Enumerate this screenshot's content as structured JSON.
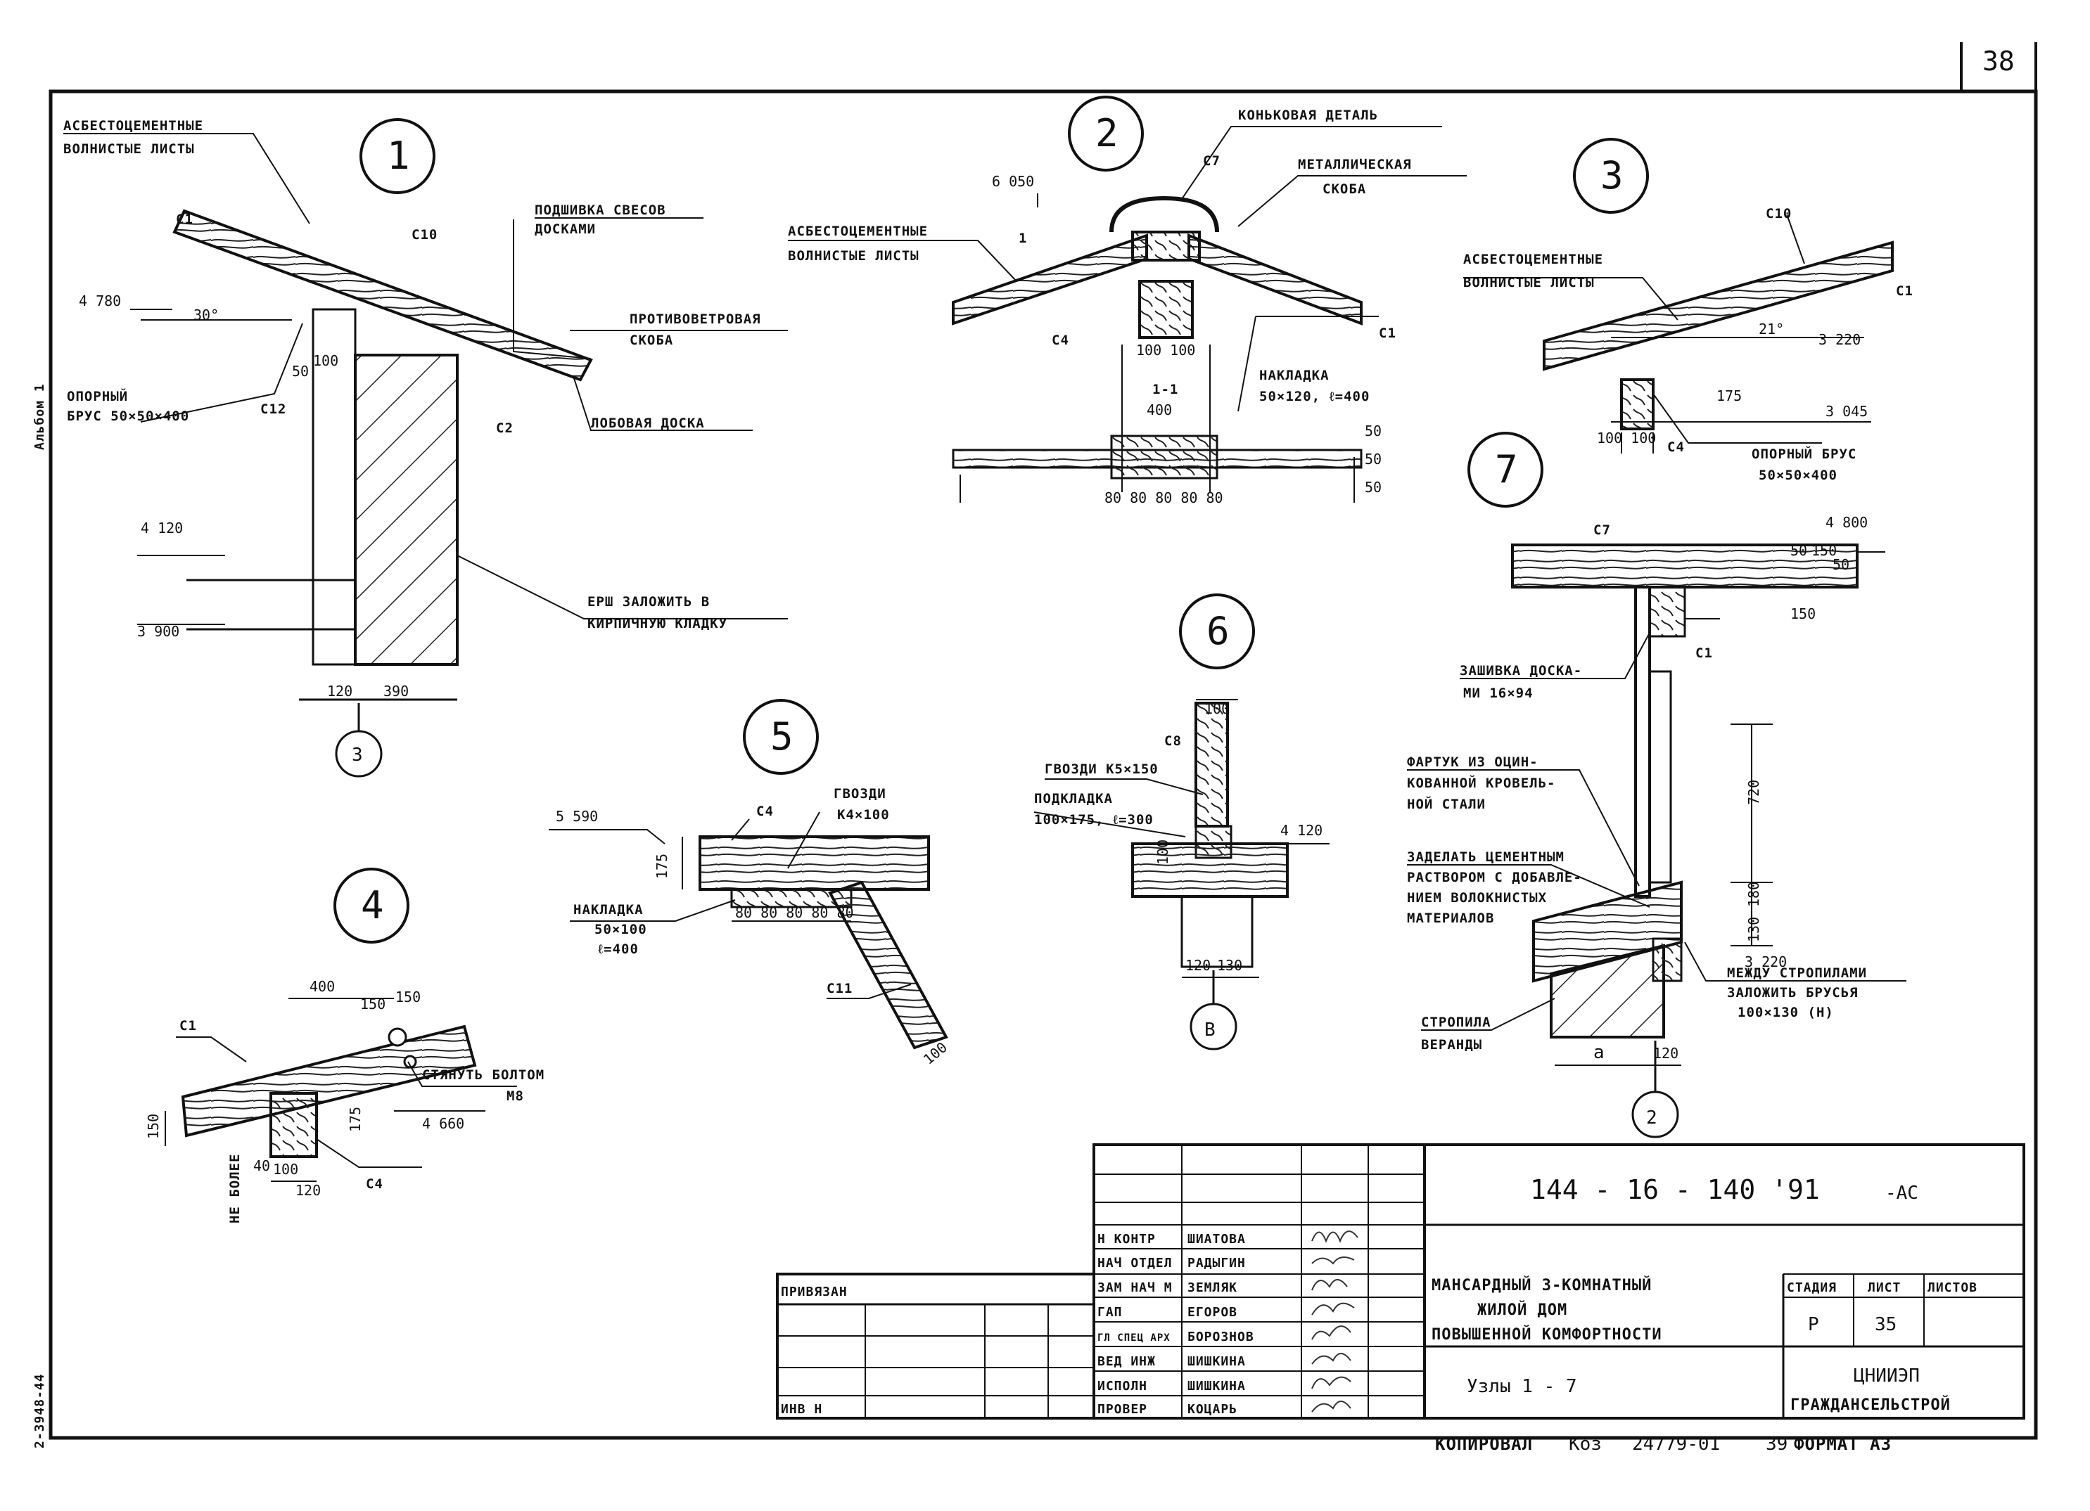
{
  "sheet_number": "38",
  "margin_codes": {
    "left_top": "Альбом 1",
    "left_bottom": "2-3948-44"
  },
  "nodes": {
    "n1": {
      "id": "1",
      "labels": [
        "АСБЕСТОЦЕМЕНТНЫЕ",
        "ВОЛНИСТЫЕ ЛИСТЫ",
        "ПОДШИВКА СВЕСОВ",
        "ДОСКАМИ",
        "ПРОТИВОВЕТРОВАЯ",
        "СКОБА",
        "ОПОРНЫЙ",
        "БРУС 50×50×400",
        "ЛОБОВАЯ ДОСКА",
        "ЕРШ ЗАЛОЖИТЬ В",
        "КИРПИЧНУЮ КЛАДКУ",
        "С1",
        "С10",
        "С12",
        "С2"
      ],
      "dims": [
        "4 780",
        "4 120",
        "3 900",
        "120",
        "390",
        "3",
        "30°",
        "50",
        "100"
      ]
    },
    "n2": {
      "id": "2",
      "labels": [
        "КОНЬКОВАЯ ДЕТАЛЬ",
        "МЕТАЛЛИЧЕСКАЯ",
        "СКОБА",
        "АСБЕСТОЦЕМЕНТНЫЕ",
        "ВОЛНИСТЫЕ ЛИСТЫ",
        "НАКЛАДКА",
        "50×120, ℓ=400",
        "С7",
        "С4",
        "С1",
        "1",
        "1-1"
      ],
      "dims": [
        "6 050",
        "100 100",
        "400",
        "80 80 80 80 80",
        "50",
        "50",
        "50"
      ]
    },
    "n3": {
      "id": "3",
      "labels": [
        "АСБЕСТОЦЕМЕНТНЫЕ",
        "ВОЛНИСТЫЕ ЛИСТЫ",
        "ОПОРНЫЙ БРУС",
        "50×50×400",
        "С10",
        "С1",
        "С4"
      ],
      "dims": [
        "3 220",
        "3 045",
        "21°",
        "175",
        "100 100"
      ]
    },
    "n4": {
      "id": "4",
      "labels": [
        "СТЯНУТЬ БОЛТОМ",
        "М8",
        "НЕ БОЛЕЕ",
        "С1",
        "С4"
      ],
      "dims": [
        "400",
        "150",
        "150",
        "4 660",
        "175",
        "150",
        "100",
        "120",
        "40"
      ]
    },
    "n5": {
      "id": "5",
      "labels": [
        "ГВОЗДИ",
        "К4×100",
        "НАКЛАДКА",
        "50×100",
        "ℓ=400",
        "С4",
        "С11"
      ],
      "dims": [
        "5 590",
        "175",
        "80 80 80 80 80",
        "100"
      ]
    },
    "n6": {
      "id": "6",
      "labels": [
        "ГВОЗДИ К5×150",
        "ПОДКЛАДКА",
        "100×175, ℓ=300",
        "С8",
        "В"
      ],
      "dims": [
        "100",
        "4 120",
        "100",
        "120",
        "130"
      ]
    },
    "n7": {
      "id": "7",
      "labels": [
        "ЗАШИВКА ДОСКА-",
        "МИ 16×94",
        "ФАРТУК ИЗ ОЦИН-",
        "КОВАННОЙ КРОВЕЛЬ-",
        "НОЙ СТАЛИ",
        "ЗАДЕЛАТЬ ЦЕМЕНТНЫМ",
        "РАСТВОРОМ С ДОБАВЛЕ-",
        "НИЕМ ВОЛОКНИСТЫХ",
        "МАТЕРИАЛОВ",
        "МЕЖДУ СТРОПИЛАМИ",
        "ЗАЛОЖИТЬ БРУСЬЯ",
        "100×130 (Н)",
        "СТРОПИЛА",
        "ВЕРАНДЫ",
        "С7",
        "С1",
        "2",
        "а"
      ],
      "dims": [
        "4 800",
        "50",
        "150",
        "50",
        "150",
        "720",
        "130",
        "180",
        "3 220",
        "120"
      ]
    }
  },
  "title_block": {
    "code": "144 - 16 - 140 '91",
    "suffix": "-АС",
    "privyazan": "ПРИВЯЗАН",
    "inv": "ИНВ Н",
    "roles": [
      {
        "role": "Н КОНТР",
        "name": "ШИАТОВА"
      },
      {
        "role": "НАЧ ОТДЕЛ",
        "name": "РАДЫГИН"
      },
      {
        "role": "ЗАМ НАЧ М",
        "name": "ЗЕМЛЯК"
      },
      {
        "role": "ГАП",
        "name": "ЕГОРОВ"
      },
      {
        "role": "ГЛ СПЕЦ АРХ",
        "name": "БОРОЗНОВ"
      },
      {
        "role": "ВЕД ИНЖ",
        "name": "ШИШКИНА"
      },
      {
        "role": "ИСПОЛН",
        "name": "ШИШКИНА"
      },
      {
        "role": "ПРОВЕР",
        "name": "КОЦАРЬ"
      }
    ],
    "project_title": [
      "МАНСАРДНЫЙ 3-КОМНАТНЫЙ",
      "ЖИЛОЙ ДОМ",
      "ПОВЫШЕННОЙ КОМФОРТНОСТИ"
    ],
    "sheet_title": "Узлы 1 - 7",
    "stage_header": "СТАДИЯ",
    "sheet_header": "ЛИСТ",
    "sheets_header": "ЛИСТОВ",
    "stage": "Р",
    "sheet": "35",
    "organization": [
      "ЦНИИЭП",
      "ГРАЖДАНСЕЛЬСТРОЙ"
    ]
  },
  "footer": {
    "copied": "КОПИРОВАЛ",
    "sign": "Коз",
    "order": "24779-01",
    "page": "39",
    "format": "ФОРМАТ А3"
  }
}
